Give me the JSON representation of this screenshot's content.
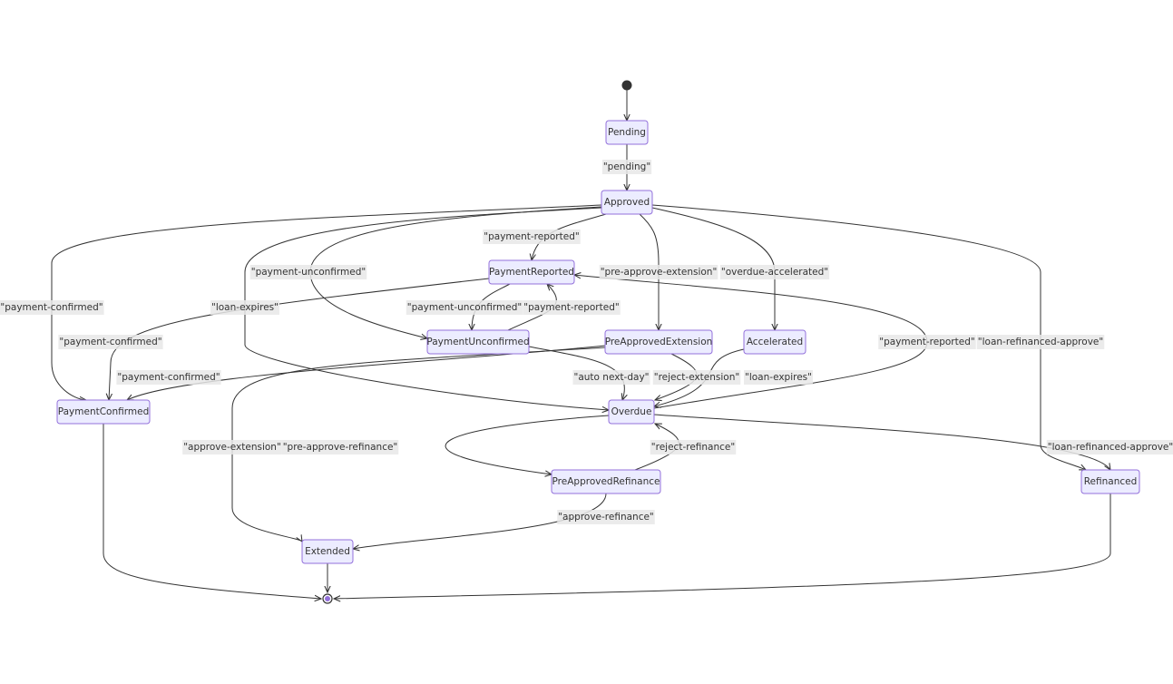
{
  "diagram": {
    "type": "state-diagram",
    "colors": {
      "node_fill": "#ECECFF",
      "node_stroke": "#9370DB",
      "edge": "#333333",
      "label_bg": "#E8E8E8",
      "start": "#333333",
      "end_inner": "#9370DB"
    },
    "states": [
      {
        "id": "Pending",
        "label": "Pending"
      },
      {
        "id": "Approved",
        "label": "Approved"
      },
      {
        "id": "PaymentReported",
        "label": "PaymentReported"
      },
      {
        "id": "PaymentUnconfirmed",
        "label": "PaymentUnconfirmed"
      },
      {
        "id": "PreApprovedExtension",
        "label": "PreApprovedExtension"
      },
      {
        "id": "Accelerated",
        "label": "Accelerated"
      },
      {
        "id": "PaymentConfirmed",
        "label": "PaymentConfirmed"
      },
      {
        "id": "Overdue",
        "label": "Overdue"
      },
      {
        "id": "PreApprovedRefinance",
        "label": "PreApprovedRefinance"
      },
      {
        "id": "Refinanced",
        "label": "Refinanced"
      },
      {
        "id": "Extended",
        "label": "Extended"
      }
    ],
    "transitions": [
      {
        "from": "[*]",
        "to": "Pending",
        "label": ""
      },
      {
        "from": "Pending",
        "to": "Approved",
        "label": "\"pending\""
      },
      {
        "from": "Approved",
        "to": "PaymentReported",
        "label": "\"payment-reported\""
      },
      {
        "from": "Approved",
        "to": "PaymentUnconfirmed",
        "label": "\"payment-unconfirmed\""
      },
      {
        "from": "Approved",
        "to": "PaymentConfirmed",
        "label": "\"payment-confirmed\""
      },
      {
        "from": "Approved",
        "to": "Overdue",
        "label": "\"loan-expires\""
      },
      {
        "from": "Approved",
        "to": "PreApprovedExtension",
        "label": "\"pre-approve-extension\""
      },
      {
        "from": "Approved",
        "to": "Accelerated",
        "label": "\"overdue-accelerated\""
      },
      {
        "from": "Approved",
        "to": "Refinanced",
        "label": "\"loan-refinanced-approve\""
      },
      {
        "from": "PaymentReported",
        "to": "PaymentConfirmed",
        "label": "\"payment-confirmed\""
      },
      {
        "from": "PaymentReported",
        "to": "PaymentUnconfirmed",
        "label": "\"payment-unconfirmed\""
      },
      {
        "from": "PaymentUnconfirmed",
        "to": "PaymentReported",
        "label": "\"payment-reported\""
      },
      {
        "from": "PaymentUnconfirmed",
        "to": "Overdue",
        "label": "\"auto next-day\""
      },
      {
        "from": "PreApprovedExtension",
        "to": "PaymentConfirmed",
        "label": "\"payment-confirmed\""
      },
      {
        "from": "PreApprovedExtension",
        "to": "Overdue",
        "label": "\"reject-extension\""
      },
      {
        "from": "PreApprovedExtension",
        "to": "Extended",
        "label": "\"approve-extension\""
      },
      {
        "from": "Accelerated",
        "to": "Overdue",
        "label": "\"loan-expires\""
      },
      {
        "from": "Overdue",
        "to": "PaymentReported",
        "label": "\"payment-reported\""
      },
      {
        "from": "Overdue",
        "to": "PreApprovedRefinance",
        "label": "\"pre-approve-refinance\""
      },
      {
        "from": "Overdue",
        "to": "Refinanced",
        "label": "\"loan-refinanced-approve\""
      },
      {
        "from": "PreApprovedRefinance",
        "to": "Overdue",
        "label": "\"reject-refinance\""
      },
      {
        "from": "PreApprovedRefinance",
        "to": "Extended",
        "label": "\"approve-refinance\""
      },
      {
        "from": "PaymentConfirmed",
        "to": "[*]",
        "label": ""
      },
      {
        "from": "Extended",
        "to": "[*]",
        "label": ""
      },
      {
        "from": "Refinanced",
        "to": "[*]",
        "label": ""
      }
    ]
  }
}
